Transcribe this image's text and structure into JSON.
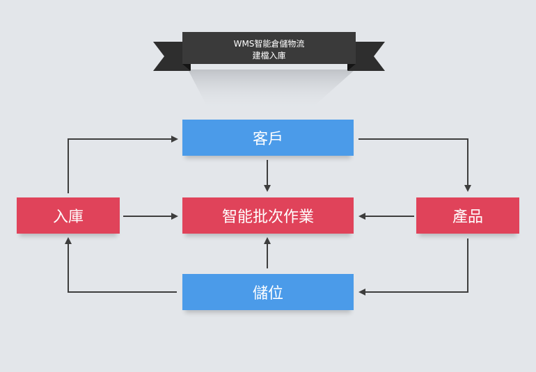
{
  "banner": {
    "line1": "WMS智能倉儲物流",
    "line2": "建檔入庫"
  },
  "nodes": {
    "customer": "客戶",
    "batch_operation": "智能批次作業",
    "inbound": "入庫",
    "product": "產品",
    "storage": "儲位"
  },
  "colors": {
    "background": "#e3e6ea",
    "blue_node": "#4b9be9",
    "red_node": "#e0435a",
    "banner": "#3a3a3a",
    "arrow": "#3d3d3d"
  }
}
